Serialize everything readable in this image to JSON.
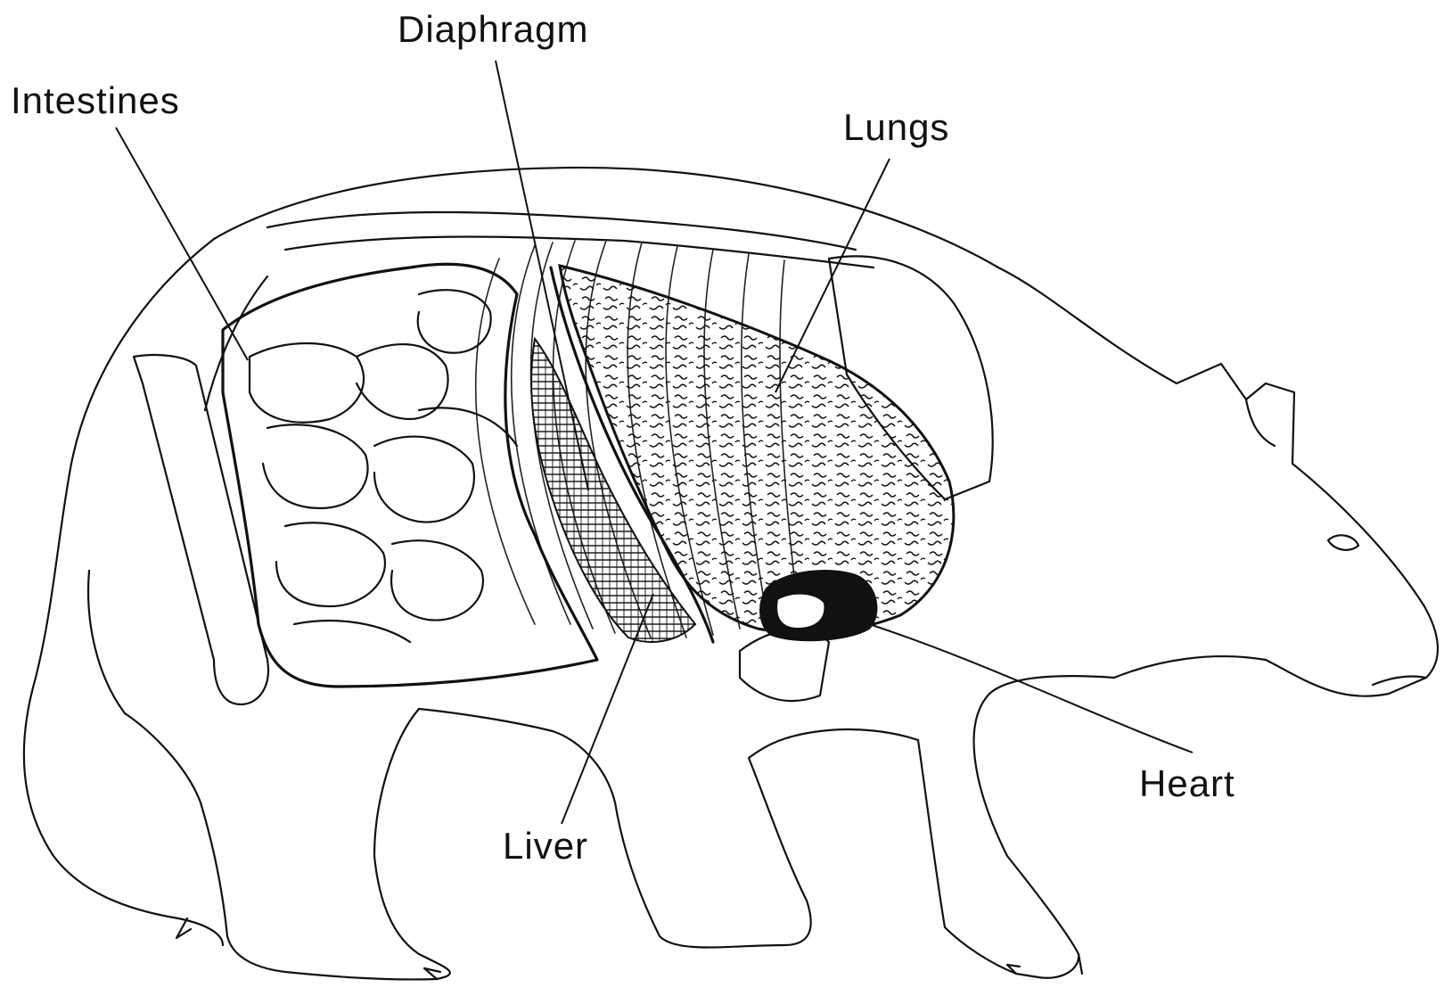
{
  "labels": {
    "diaphragm": "Diaphragm",
    "intestines": "Intestines",
    "lungs": "Lungs",
    "heart": "Heart",
    "liver": "Liver"
  }
}
